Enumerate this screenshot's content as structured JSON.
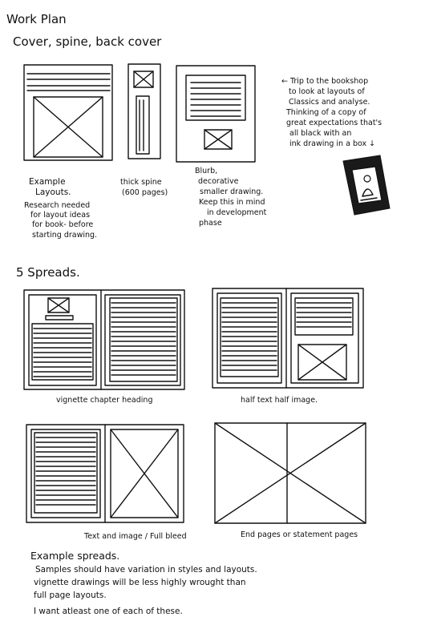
{
  "page_title": "Work Plan",
  "cover_section": {
    "heading": "Cover, spine, back cover",
    "example_caption": [
      "Example",
      "Layouts."
    ],
    "research_note": [
      "Research needed",
      "for layout ideas",
      "for book- before",
      "starting drawing."
    ],
    "spine_caption": [
      "thick spine",
      "(600 pages)"
    ],
    "blurb_caption": [
      "Blurb,",
      "decorative",
      "smaller drawing.",
      "Keep this in mind",
      "in development",
      "phase"
    ],
    "bookshop_note": [
      "← Trip to the bookshop",
      "to look at layouts of",
      "Classics and analyse.",
      "Thinking of a copy of",
      "great expectations that's",
      "all black with an",
      "ink drawing in a box ↓"
    ]
  },
  "spreads_section": {
    "heading": "5  Spreads.",
    "captions": {
      "vignette": "vignette chapter heading",
      "half": "half text half image.",
      "text_image": "Text and image / Full bleed",
      "end_pages": "End pages or statement pages"
    }
  },
  "footer_notes": {
    "heading": "Example spreads.",
    "lines": [
      "Samples should have variation in styles and layouts.",
      "vignette drawings will be less highly wrought than",
      "full page layouts."
    ],
    "last_line": "I want atleast one of each of these."
  }
}
